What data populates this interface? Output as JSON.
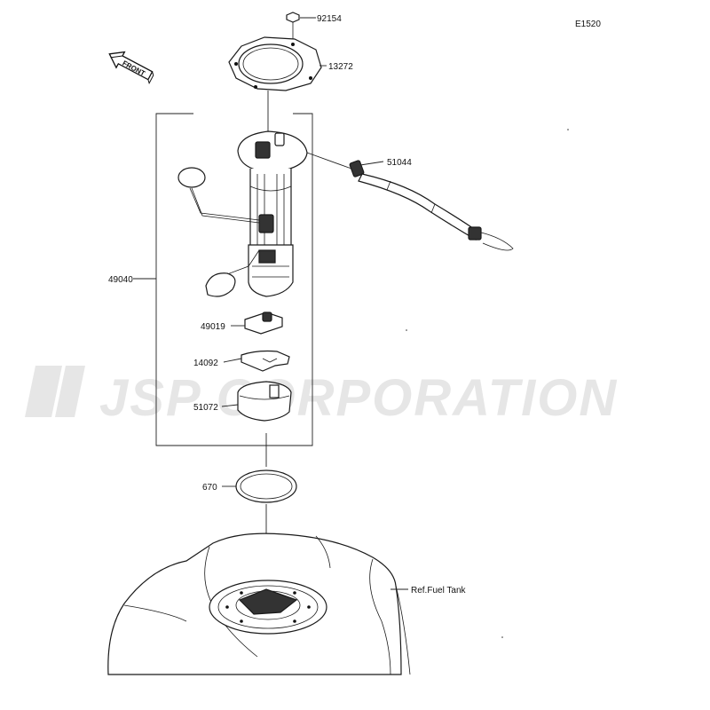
{
  "diagram": {
    "code": "E1520",
    "front_label": "FRONT",
    "watermark": "JSP CORPORATION",
    "reference_label": "Ref.Fuel Tank",
    "callouts": [
      {
        "id": "92154",
        "name": "bolt"
      },
      {
        "id": "13272",
        "name": "plate"
      },
      {
        "id": "51044",
        "name": "hose"
      },
      {
        "id": "49040",
        "name": "fuel-pump-assembly"
      },
      {
        "id": "49019",
        "name": "filter"
      },
      {
        "id": "14092",
        "name": "cover"
      },
      {
        "id": "51072",
        "name": "holder"
      },
      {
        "id": "670",
        "name": "o-ring"
      }
    ]
  }
}
